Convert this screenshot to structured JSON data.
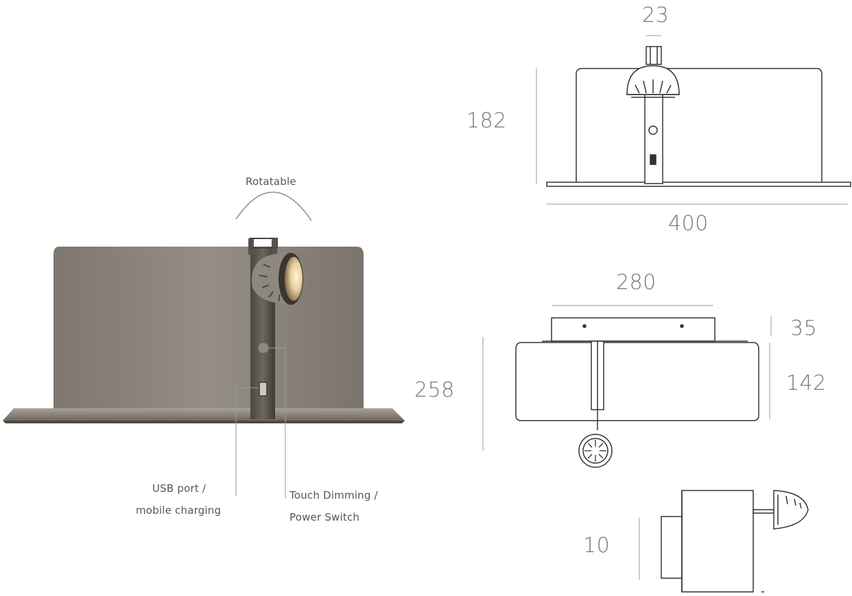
{
  "photo_labels": {
    "rotatable": "Rotatable",
    "usb_line1": "USB port /",
    "usb_line2": "mobile charging",
    "touch_line1": "Touch Dimming /",
    "touch_line2": "Power Switch",
    "height_total": "258"
  },
  "front_view": {
    "head_width": "23",
    "height": "182",
    "width": "400"
  },
  "top_view": {
    "width": "280",
    "bracket_depth": "35",
    "shelf_depth": "142"
  },
  "side_view": {
    "thickness": "10"
  },
  "colors": {
    "metal": "#8a847c",
    "line": "#9a9a9a",
    "drawing": "#333333"
  }
}
